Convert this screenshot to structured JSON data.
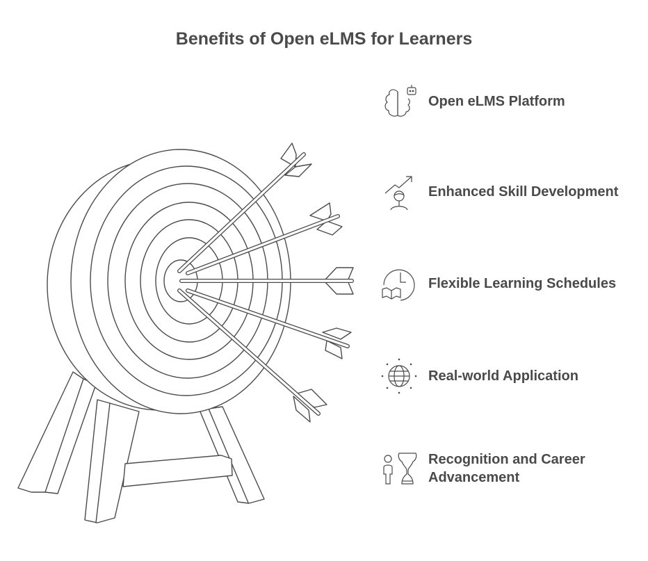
{
  "title": "Benefits of Open eLMS for Learners",
  "colors": {
    "text": "#4a4a4a",
    "stroke": "#4a4a4a",
    "background": "#ffffff"
  },
  "illustration": {
    "name": "archery-target-with-five-arrows",
    "arrow_count": 5,
    "ring_count": 8
  },
  "items": [
    {
      "label": "Open eLMS Platform",
      "icon": "brain-robot-icon"
    },
    {
      "label": "Enhanced Skill Development",
      "icon": "person-growth-arrow-icon"
    },
    {
      "label": "Flexible Learning Schedules",
      "icon": "clock-book-icon"
    },
    {
      "label": "Real-world Application",
      "icon": "globe-icon"
    },
    {
      "label": "Recognition and Career Advancement",
      "icon": "person-trophy-icon"
    }
  ]
}
